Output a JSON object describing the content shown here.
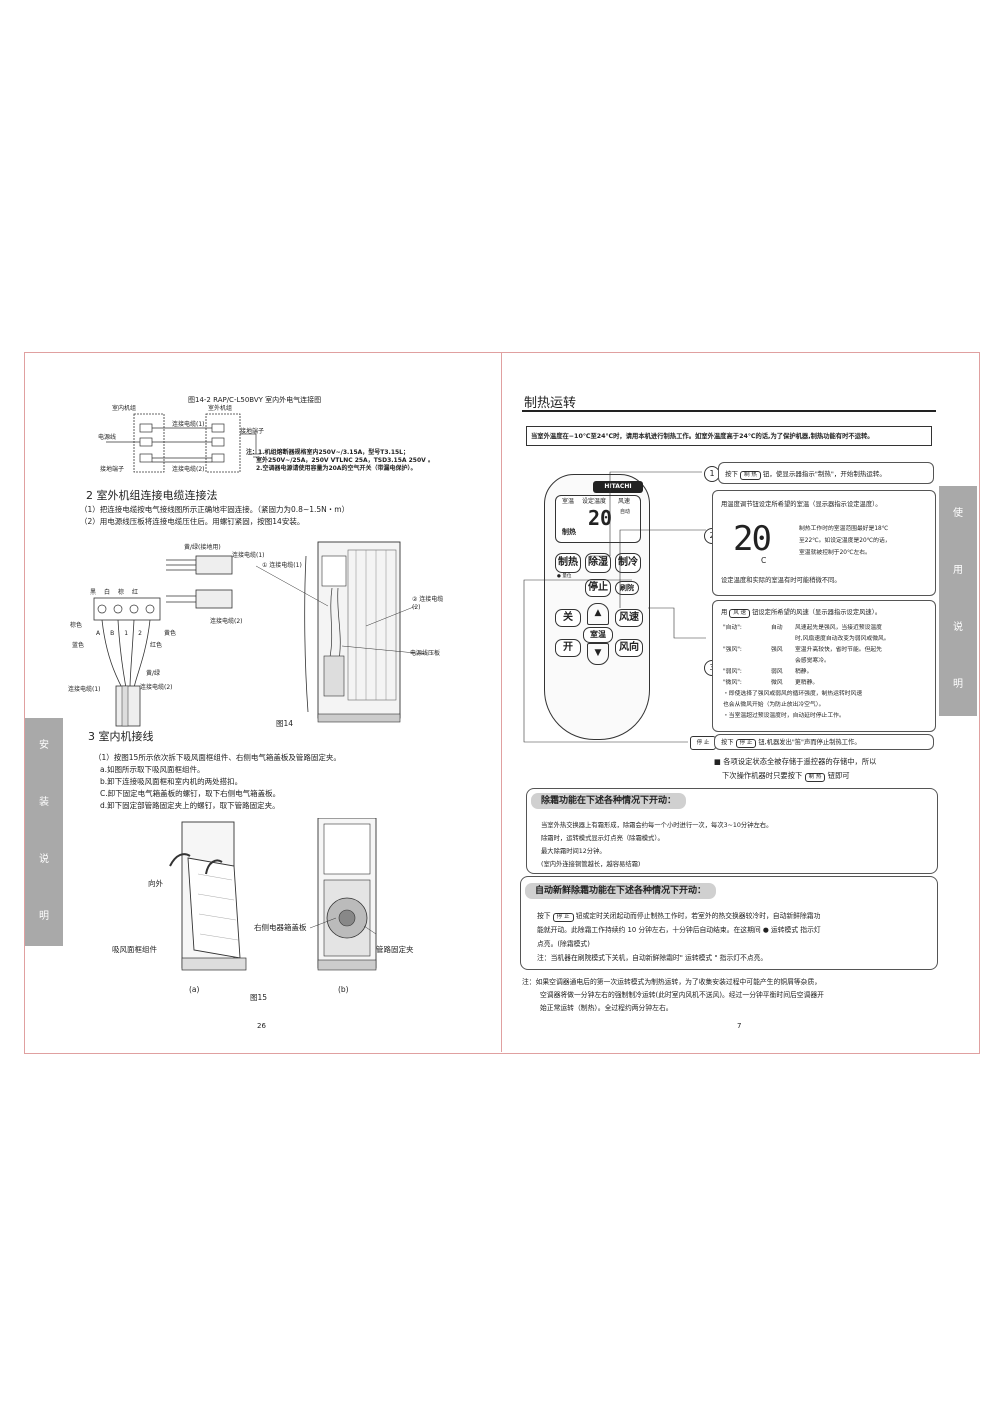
{
  "left": {
    "fig_title": "图14-2  RAP/C-L50BVY  室内外电气连接图",
    "wiring": {
      "indoor": "室内机组",
      "outdoor": "室外机组",
      "cable1": "连接电缆(1)",
      "cable2": "连接电缆(2)",
      "power": "电源线",
      "ground_terminal": "接地端子",
      "ground_terminal2": "接地端子",
      "note1": "注：1.机组熔断器规格室内250V~/3.15A，型号T3.15L；",
      "note2": "室外250V~/25A，250V VTLNC 25A，TSD3.15A 250V 。",
      "note3": "2.空调器电源请使用容量为20A的空气开关（带漏电保护）。"
    },
    "sec2_title": "2  室外机组连接电缆连接法",
    "sec2_lines": [
      "（1）把连接电缆按电气接线图所示正确地牢固连接。（紧固力为0.8~1.5N・m）",
      "（2）用电源线压板将连接电缆压住后。用螺钉紧固，按图14安装。"
    ],
    "fig14": {
      "yellow_green_ground": "黄/绿(接地用)",
      "cable1": "连接电缆(1)",
      "cable2": "连接电缆(2)",
      "brown": "棕色",
      "blue": "蓝色",
      "yellow": "黄色",
      "red": "红色",
      "yellow_green": "黄/绿",
      "cable1b": "连接电缆(1)",
      "cable2b": "连接电缆(2)",
      "term_labels": [
        "黑",
        "白",
        "棕",
        "红"
      ],
      "term_nums": [
        "A",
        "B",
        "1",
        "2"
      ],
      "callout1": "① 连接电缆(1)",
      "callout2": "② 连接电缆(2)",
      "clamp": "电源线压板",
      "caption": "图14"
    },
    "sec3_title": "3  室内机接线",
    "sec3_lines": [
      "（1）按图15所示依次拆下吸风面框组件、右侧电气箱盖板及管路固定夹。",
      "a.如图所示取下吸风面框组件。",
      "b.卸下连接吸风面框和室内机的两处搭扣。",
      "C.卸下固定电气箱盖板的螺钉，取下右侧电气箱盖板。",
      "d.卸下固定部管路固定夹上的螺钉，取下管路固定夹。"
    ],
    "fig15": {
      "outward": "向外",
      "grille": "吸风面框组件",
      "cover": "右侧电器箱盖板",
      "clip": "管路固定夹",
      "a": "(a)",
      "b": "(b)",
      "caption": "图15"
    },
    "tab_chars": [
      "安",
      "装",
      "说",
      "明"
    ],
    "page_num": "26"
  },
  "right": {
    "title": "制热运转",
    "banner": "当室外温度在−10℃至24℃时，请用本机进行制热工作。如室外温度高于24℃的话,为了保护机器,制热功能有时不运转。",
    "remote": {
      "brand": "HITACHI",
      "lcd_labels": [
        "室温",
        "设定温度",
        "风速"
      ],
      "lcd_mode": "制热",
      "lcd_auto": "自动",
      "lcd_temp": "20",
      "buttons": {
        "heat": "制热",
        "dehumid": "除湿",
        "cool": "制冷",
        "stop": "停止",
        "defrost": "刷院",
        "off": "关",
        "fan": "风速",
        "room": "室温",
        "on": "开",
        "dir": "风向"
      },
      "dot_note": "● 量位"
    },
    "step1": {
      "num": "1",
      "pre": "按下",
      "key": "制 热",
      "post": "钮，使显示器指示\"制热\"，开始制热运转。"
    },
    "step2": {
      "num": "2",
      "line1": "用温度调节钮设定所希望的室温（显示器指示设定温度）。",
      "temp": "20",
      "unit": "C",
      "desc": [
        "制热工作时的室温范围最好是18℃",
        "至22℃。如设定温度是20℃的话，",
        "室温就被控制于20℃左右。"
      ],
      "line2": "设定温度和实际的室温有时可能稍微不同。"
    },
    "step3": {
      "num": "3",
      "pre": "用",
      "key": "风 速",
      "post": "钮设定所希望的风速（显示器指示设定风速）。",
      "rows": [
        [
          "\"自动\":",
          "自动",
          "风速起先是强风，当接近预设温度"
        ],
        [
          "",
          "",
          "时,风扇速度自动改变为弱风或微风。"
        ],
        [
          "\"强风\":",
          "强风",
          "室温升高较快，省时节能。但起先"
        ],
        [
          "",
          "",
          "会感觉寒冷。"
        ],
        [
          "\"弱风\":",
          "弱风",
          "稍静。"
        ],
        [
          "\"微风\":",
          "微风",
          "更稍静。"
        ]
      ],
      "notes": [
        "・即使选择了强风或弱风的循环强度，制热运转时风速",
        "  也会从微风开始（为防止放出冷空气）。",
        "・当室温超过预设温度时，自动延时停止工作。"
      ]
    },
    "stop_row": {
      "key_left": "停 止",
      "pre": "按下",
      "key": "停 止",
      "post": "钮,机器发出\"笛\"声而停止制热工作。"
    },
    "memory": {
      "line1": "■ 各项设定状态全被存储于遥控器的存储中，所以",
      "line2_pre": "下次操作机器时只要按下",
      "key": "制 热",
      "line2_post": "钮即可"
    },
    "defrost": {
      "title": "除霜功能在下述各种情况下开动：",
      "lines": [
        "当室外热交换器上有霜形成，除霜会约每一个小时进行一次，每次3~10分钟左右。",
        "除霜时，运转模式显示灯点亮（除霜模式）。",
        "最大除霜时间12分钟。",
        "(室内外连接铜管越长，越容易结霜)"
      ]
    },
    "auto_defrost": {
      "title": "自动新鲜除霜功能在下述各种情况下开动：",
      "l1_pre": "按下",
      "l1_key": "停 止",
      "l1_post": "钮或定时关闭起动而停止制热工作时，若室外的热交换器较冷时，自动新鲜除霜功",
      "l2": "能就开动。此除霜工作持续约 10 分钟左右，十分钟后自动结束。在这期间 ● 运转模式      指示灯",
      "l3": "点亮。(除霜模式)",
      "l4": "注：当机器在刷院模式下关机，自动新鲜除霜时\" 运转模式 \" 指示灯不点亮。"
    },
    "footnote": [
      "注：如果空调器通电后的第一次运转模式为制热运转，为了收集安装过程中可能产生的铜屑等杂质，",
      "空调器将做一分钟左右的强制制冷运转(此时室内风机不送风)。经过一分钟平衡时间后空调器开",
      "始正常运转（制热）。全过程约两分钟左右。"
    ],
    "tab_chars": [
      "使",
      "用",
      "说",
      "明"
    ],
    "page_num": "7"
  }
}
